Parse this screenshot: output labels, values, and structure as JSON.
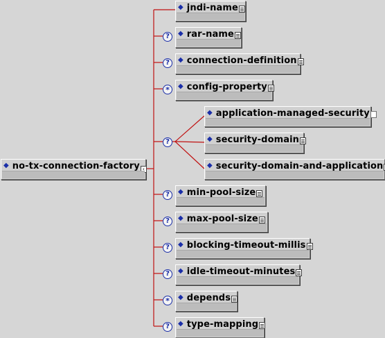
{
  "root": {
    "label": "no-tx-connection-factory",
    "icon": "expand-icon"
  },
  "children": [
    {
      "id": "jndi-name",
      "label": "jndi-name",
      "badge": "none",
      "icon": "list-icon"
    },
    {
      "id": "rar-name",
      "label": "rar-name",
      "badge": "optional",
      "icon": "list-icon"
    },
    {
      "id": "connection-definition",
      "label": "connection-definition",
      "badge": "optional",
      "icon": "list-icon"
    },
    {
      "id": "config-property",
      "label": "config-property",
      "badge": "repeat",
      "icon": "list-icon"
    },
    {
      "id": "choice-group",
      "badge": "optional",
      "choice": [
        {
          "id": "application-managed-security",
          "label": "application-managed-security",
          "icon": "empty-icon"
        },
        {
          "id": "security-domain",
          "label": "security-domain",
          "icon": "list-icon"
        },
        {
          "id": "security-domain-and-application",
          "label": "security-domain-and-application",
          "icon": "list-icon"
        }
      ]
    },
    {
      "id": "min-pool-size",
      "label": "min-pool-size",
      "badge": "optional",
      "icon": "list-icon"
    },
    {
      "id": "max-pool-size",
      "label": "max-pool-size",
      "badge": "optional",
      "icon": "list-icon"
    },
    {
      "id": "blocking-timeout-millis",
      "label": "blocking-timeout-millis",
      "badge": "optional",
      "icon": "list-icon"
    },
    {
      "id": "idle-timeout-minutes",
      "label": "idle-timeout-minutes",
      "badge": "optional",
      "icon": "list-icon"
    },
    {
      "id": "depends",
      "label": "depends",
      "badge": "repeat",
      "icon": "list-icon"
    },
    {
      "id": "type-mapping",
      "label": "type-mapping",
      "badge": "optional",
      "icon": "list-icon"
    }
  ],
  "colors": {
    "connector": "#c01010",
    "diamond": "#1a2ea8",
    "background": "#d6d6d6"
  }
}
